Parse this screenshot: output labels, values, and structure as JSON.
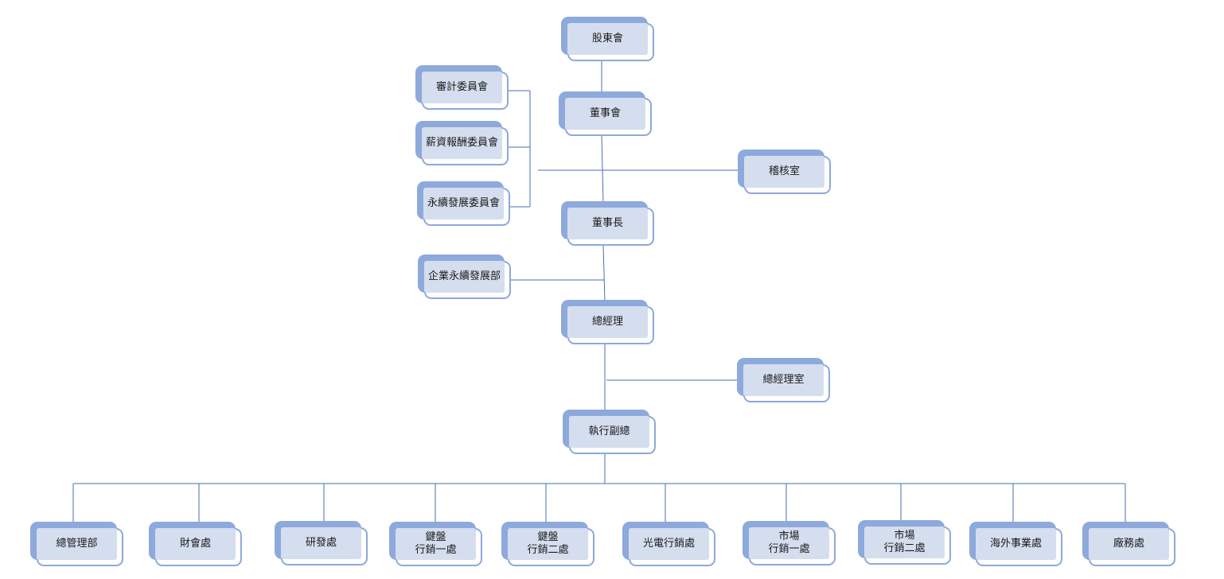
{
  "colors": {
    "line": "#4a6fb0",
    "box_back": "#8ea9db",
    "box_inner": "#d5deef",
    "box_border": "#8ea9db"
  },
  "nodes": {
    "shareholders": "股東會",
    "board": "董事會",
    "audit_committee": "審計委員會",
    "compensation_committee": "薪資報酬委員會",
    "sustainability_committee": "永續發展委員會",
    "internal_audit": "稽核室",
    "chairman": "董事長",
    "corporate_sustainability": "企業永續發展部",
    "president": "總經理",
    "president_office": "總經理室",
    "executive_vp": "執行副總",
    "departments": [
      "總管理部",
      "財會處",
      "研發處",
      "鍵盤\n行銷一處",
      "鍵盤\n行銷二處",
      "光電行銷處",
      "市場\n行銷一處",
      "市場\n行銷二處",
      "海外事業處",
      "廠務處"
    ]
  }
}
